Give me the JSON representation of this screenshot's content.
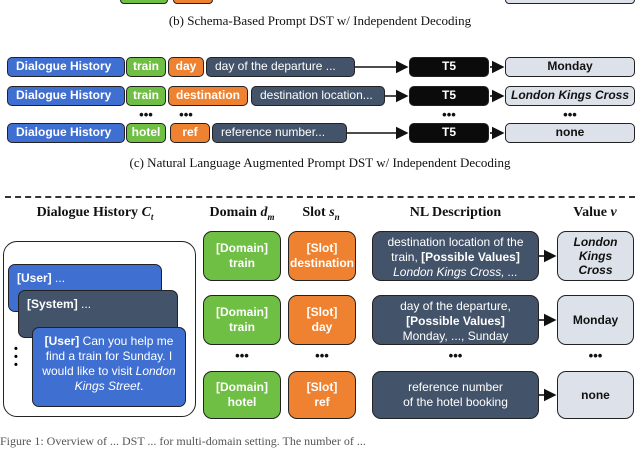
{
  "captions": {
    "b": "(b) Schema-Based Prompt DST w/ Independent Decoding",
    "c": "(c) Natural Language Augmented Prompt DST w/ Independent Decoding"
  },
  "section_c": {
    "rows": [
      {
        "history": "Dialogue History",
        "domain": "train",
        "slot": "day",
        "desc": "day of the departure ...",
        "model": "T5",
        "value": "Monday"
      },
      {
        "history": "Dialogue History",
        "domain": "train",
        "slot": "destination",
        "desc": "destination location...",
        "model": "T5",
        "value": "London Kings Cross"
      },
      {
        "history": "Dialogue History",
        "domain": "hotel",
        "slot": "ref",
        "desc": "reference  number...",
        "model": "T5",
        "value": "none"
      }
    ],
    "dots": "•••"
  },
  "section_d": {
    "headers": {
      "history": "Dialogue History",
      "history_var": "C",
      "history_sub": "t",
      "domain": "Domain",
      "domain_var": "d",
      "domain_sub": "m",
      "slot": "Slot",
      "slot_var": "s",
      "slot_sub": "n",
      "desc": "NL Description",
      "value": "Value",
      "value_var": "v"
    },
    "messages": {
      "user1_who": "[User]",
      "user1_text": " ...",
      "system_who": "[System]",
      "system_text": " ...",
      "user2_who": "[User]",
      "user2_text": " Can you help me find a train for Sunday. I would like to visit ",
      "user2_italic": "London Kings Street",
      "user2_end": "."
    },
    "domain_key": "[Domain]",
    "slot_key": "[Slot]",
    "rows": [
      {
        "domain": "train",
        "slot": "destination",
        "desc_pre": "destination location of the train, ",
        "desc_bold": "[Possible Values]",
        "desc_ital": "London Kings Cross, ...",
        "value": "London Kings Cross"
      },
      {
        "domain": "train",
        "slot": "day",
        "desc_pre": "day of the departure, ",
        "desc_bold": "[Possible Values]",
        "desc_ital": "Monday, ..., Sunday",
        "value": "Monday"
      },
      {
        "domain": "hotel",
        "slot": "ref",
        "desc_pre": "reference  number of the hotel booking",
        "desc_bold": "",
        "desc_ital": "",
        "value": "none"
      }
    ],
    "dots": "•••",
    "side_dots": "•\n•\n•"
  },
  "footer": "Figure 1: Overview of ... DST ... for multi-domain setting. The number of ..."
}
